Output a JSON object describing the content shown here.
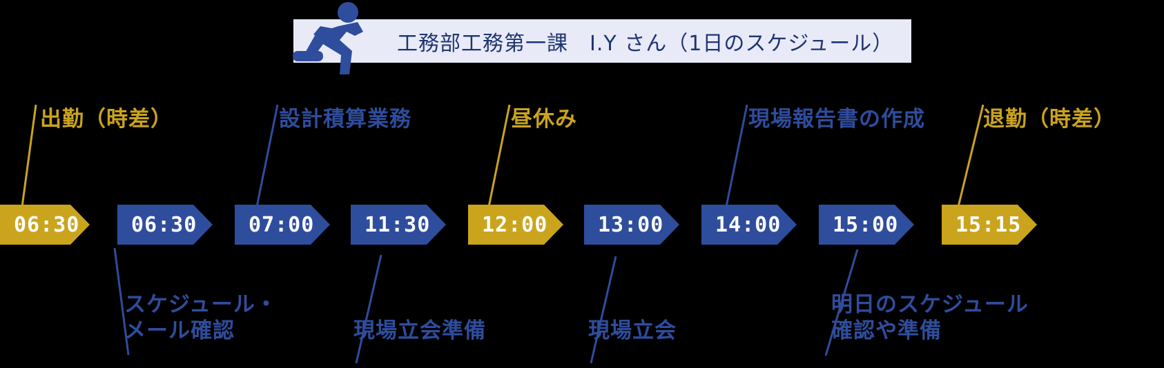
{
  "banner": {
    "title": "工務部工務第一課　I.Y さん（1日のスケジュール）",
    "icon": "running-person-icon",
    "background_color": "#E8EAF8",
    "text_color": "#1F3470"
  },
  "colors": {
    "gold": "#CBA41E",
    "blue": "#2F4D9D",
    "background": "#000000",
    "chevron_text": "#FFFFFF"
  },
  "timeline": {
    "steps": [
      {
        "time": "06:30",
        "color": "gold",
        "label": "出勤（時差）",
        "label_color": "gold",
        "label_position": "above"
      },
      {
        "time": "06:30",
        "color": "blue",
        "label": "スケジュール・\nメール確認",
        "label_line1": "スケジュール・",
        "label_line2": "メール確認",
        "label_color": "blue",
        "label_position": "below"
      },
      {
        "time": "07:00",
        "color": "blue",
        "label": "設計積算業務",
        "label_color": "blue",
        "label_position": "above"
      },
      {
        "time": "11:30",
        "color": "blue",
        "label": "現場立会準備",
        "label_color": "blue",
        "label_position": "below"
      },
      {
        "time": "12:00",
        "color": "gold",
        "label": "昼休み",
        "label_color": "gold",
        "label_position": "above"
      },
      {
        "time": "13:00",
        "color": "blue",
        "label": "現場立会",
        "label_color": "blue",
        "label_position": "below"
      },
      {
        "time": "14:00",
        "color": "blue",
        "label": "現場報告書の作成",
        "label_color": "blue",
        "label_position": "above"
      },
      {
        "time": "15:00",
        "color": "blue",
        "label": "明日のスケジュール\n確認や準備",
        "label_line1": "明日のスケジュール",
        "label_line2": "確認や準備",
        "label_color": "blue",
        "label_position": "below"
      },
      {
        "time": "15:15",
        "color": "gold",
        "label": "退勤（時差）",
        "label_color": "gold",
        "label_position": "above"
      }
    ]
  }
}
